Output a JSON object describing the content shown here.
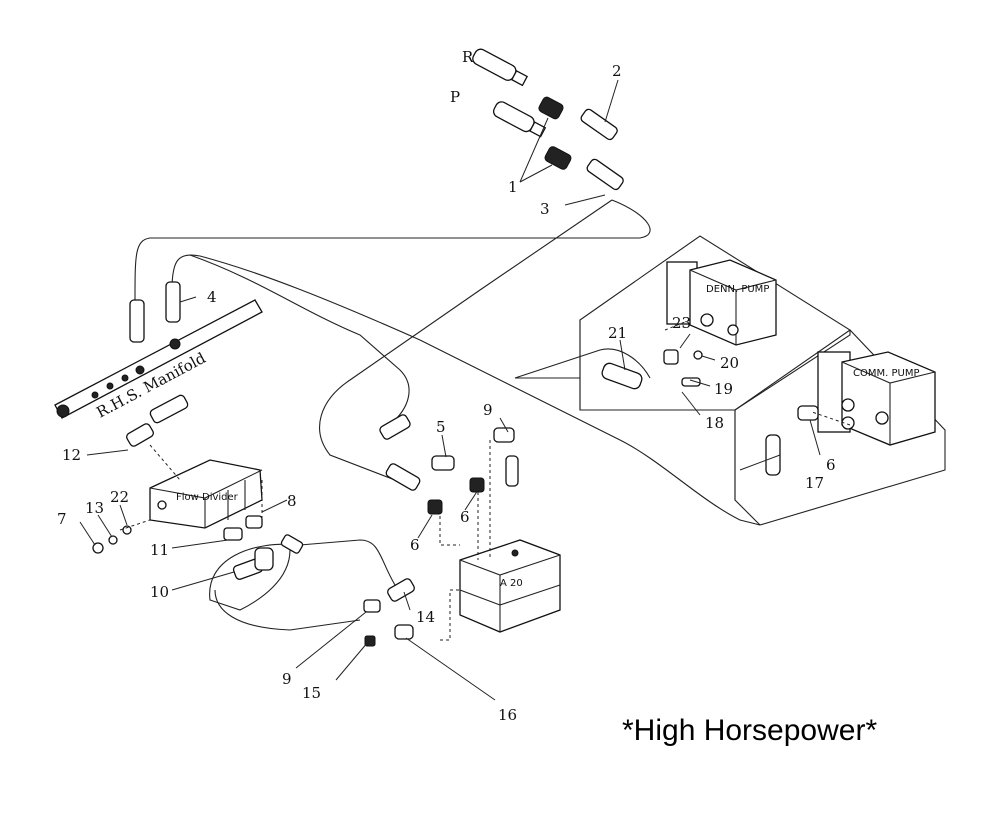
{
  "title": "*High Horsepower*",
  "labels": {
    "rhs_manifold": "R.H.S. Manifold",
    "flow_divider": "Flow Divider",
    "denn_pump": "DENN. PUMP",
    "comm_pump": "COMM. PUMP",
    "valve_block": "A 20",
    "port_r": "R",
    "port_p": "P"
  },
  "callouts": {
    "c1": "1",
    "c2": "2",
    "c3": "3",
    "c4": "4",
    "c5": "5",
    "c6a": "6",
    "c6b": "6",
    "c6c": "6",
    "c7": "7",
    "c8": "8",
    "c9a": "9",
    "c9b": "9",
    "c10": "10",
    "c11": "11",
    "c12": "12",
    "c13": "13",
    "c14": "14",
    "c15": "15",
    "c16": "16",
    "c17": "17",
    "c18": "18",
    "c19": "19",
    "c20": "20",
    "c21": "21",
    "c22": "22",
    "c23": "23"
  }
}
